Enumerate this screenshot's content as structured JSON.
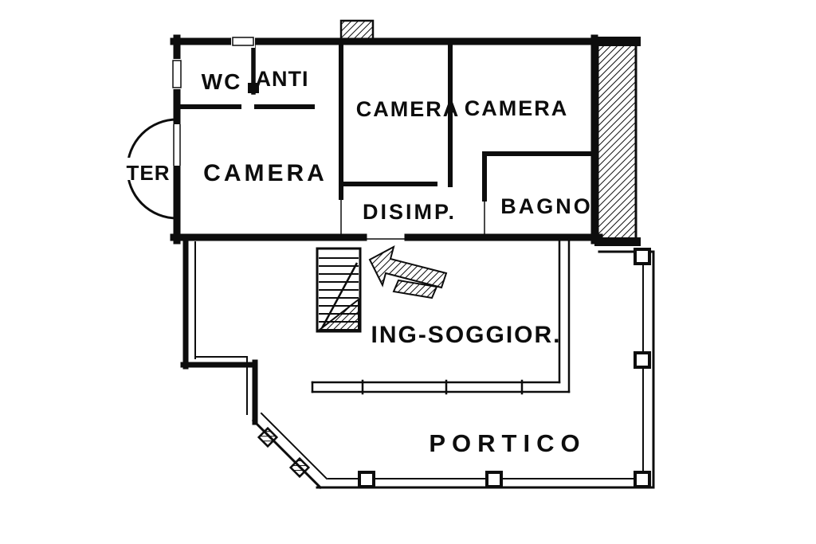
{
  "colors": {
    "ink": "#0d0d0d",
    "paper": "#ffffff"
  },
  "floor_plan": {
    "type": "architectural-floor-plan",
    "upper_floor": {
      "rooms": [
        {
          "label": "WC"
        },
        {
          "label": "ANTI"
        },
        {
          "label": "CAMERA"
        },
        {
          "label": "CAMERA"
        },
        {
          "label": "CAMERA"
        },
        {
          "label": "BAGNO"
        },
        {
          "label": "DISIMP."
        },
        {
          "label": "TER"
        }
      ]
    },
    "ground_floor": {
      "rooms": [
        {
          "label": "ING-SOGGIOR."
        },
        {
          "label": "PORTICO"
        }
      ]
    }
  }
}
